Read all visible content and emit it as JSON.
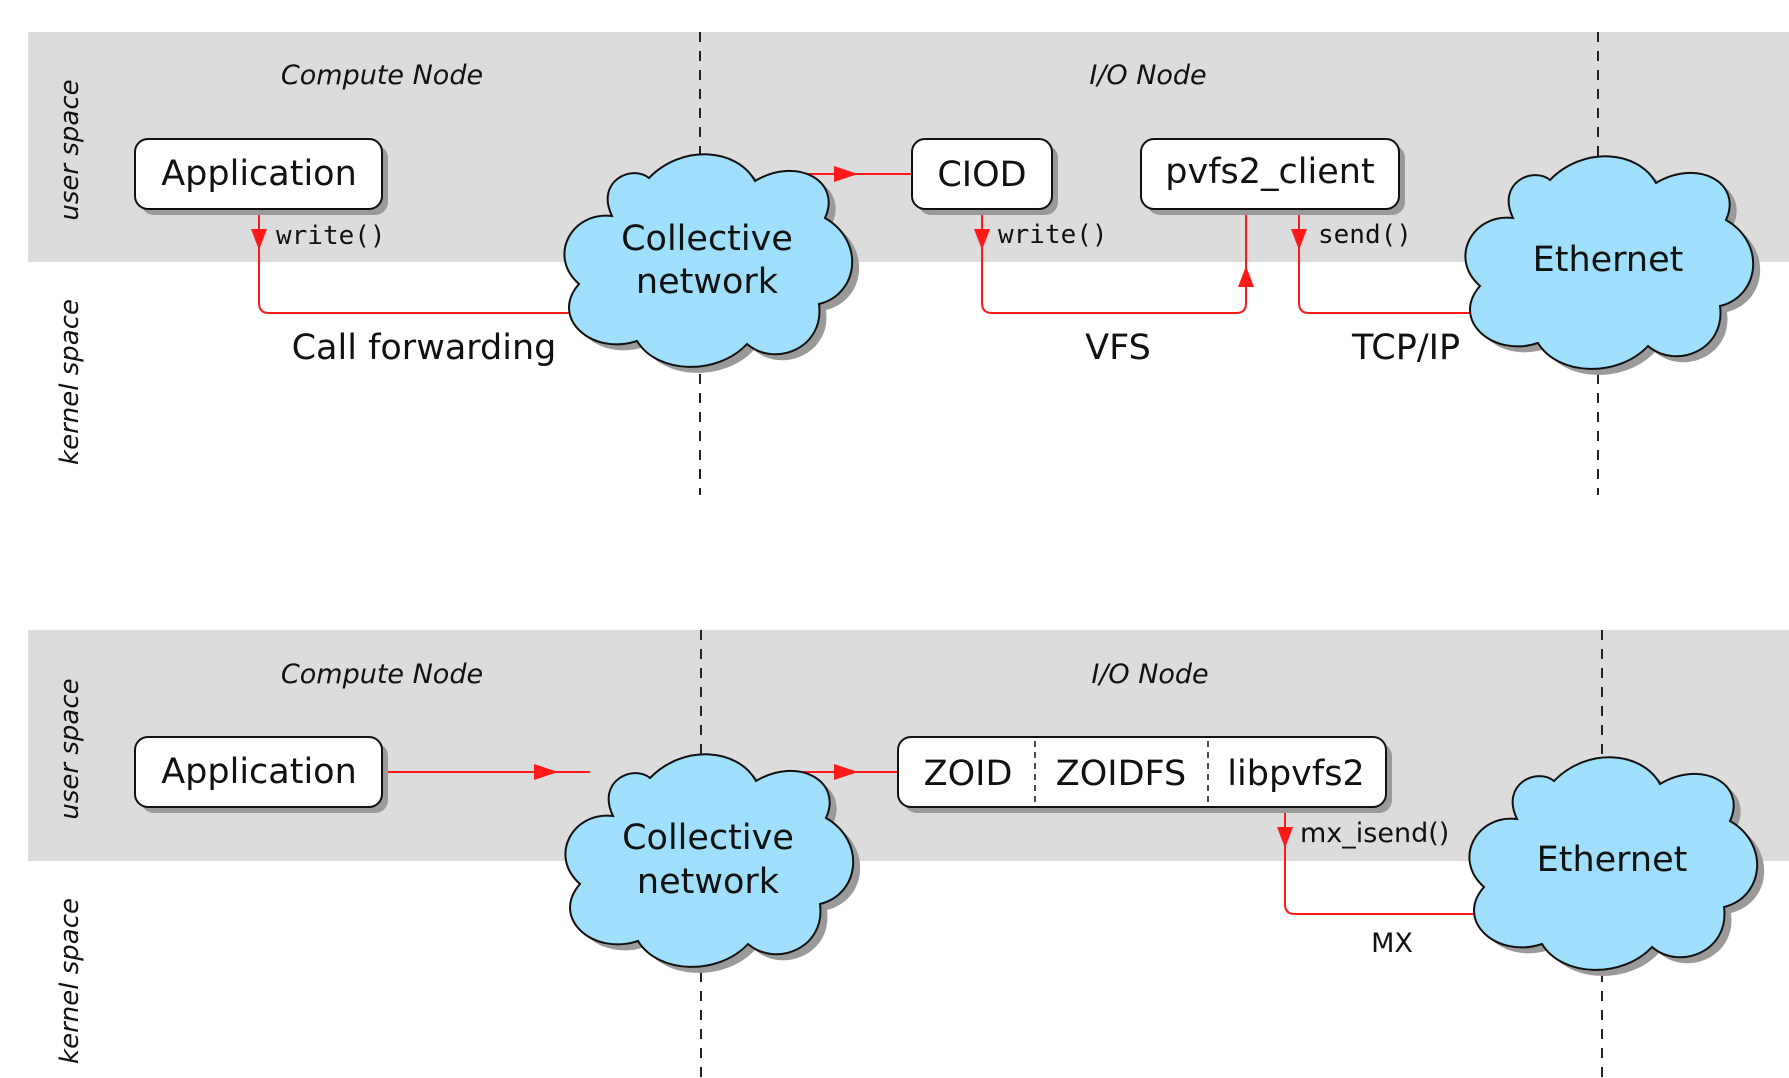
{
  "top_panel": {
    "user_space": "user space",
    "kernel_space": "kernel space",
    "compute_node": "Compute Node",
    "io_node": "I/O Node",
    "application": "Application",
    "collective_line1": "Collective",
    "collective_line2": "network",
    "ciod": "CIOD",
    "pvfs2_client": "pvfs2_client",
    "ethernet": "Ethernet",
    "app_call": "write()",
    "ciod_call": "write()",
    "client_call": "send()",
    "call_forwarding": "Call forwarding",
    "vfs": "VFS",
    "tcpip": "TCP/IP"
  },
  "bottom_panel": {
    "user_space": "user space",
    "kernel_space": "kernel space",
    "compute_node": "Compute Node",
    "io_node": "I/O Node",
    "application": "Application",
    "collective_line1": "Collective",
    "collective_line2": "network",
    "zoid": "ZOID",
    "zoidfs": "ZOIDFS",
    "libpvfs2": "libpvfs2",
    "ethernet": "Ethernet",
    "mx_call": "mx_isend()",
    "mx": "MX"
  },
  "colors": {
    "arrow": "#ff1a1a",
    "cloud": "#9fdffb",
    "user_space_band": "#dcdcdc"
  }
}
